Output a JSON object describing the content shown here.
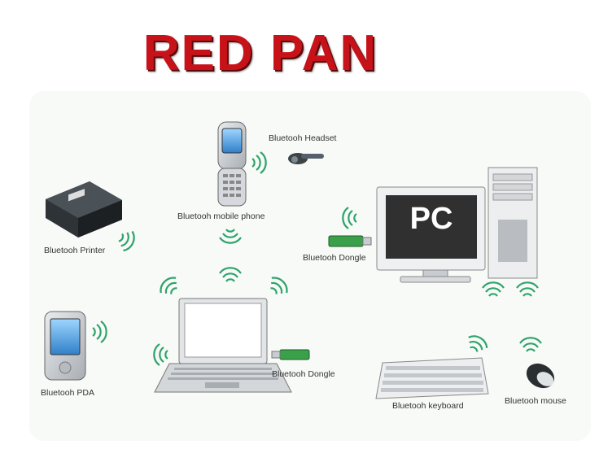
{
  "title": "RED PAN",
  "devices": {
    "headset": "Bluetooh Headset",
    "phone": "Bluetooh mobile phone",
    "printer": "Bluetooh Printer",
    "dongle_pc": "Bluetooh Dongle",
    "pc": "PC",
    "pda": "Bluetooh PDA",
    "dongle_laptop": "Bluetooh Dongle",
    "keyboard": "Bluetooh keyboard",
    "mouse": "Bluetooh mouse"
  },
  "colors": {
    "title": "#c8121a",
    "waves": "#2fa36a",
    "dongle": "#3aa04a"
  }
}
